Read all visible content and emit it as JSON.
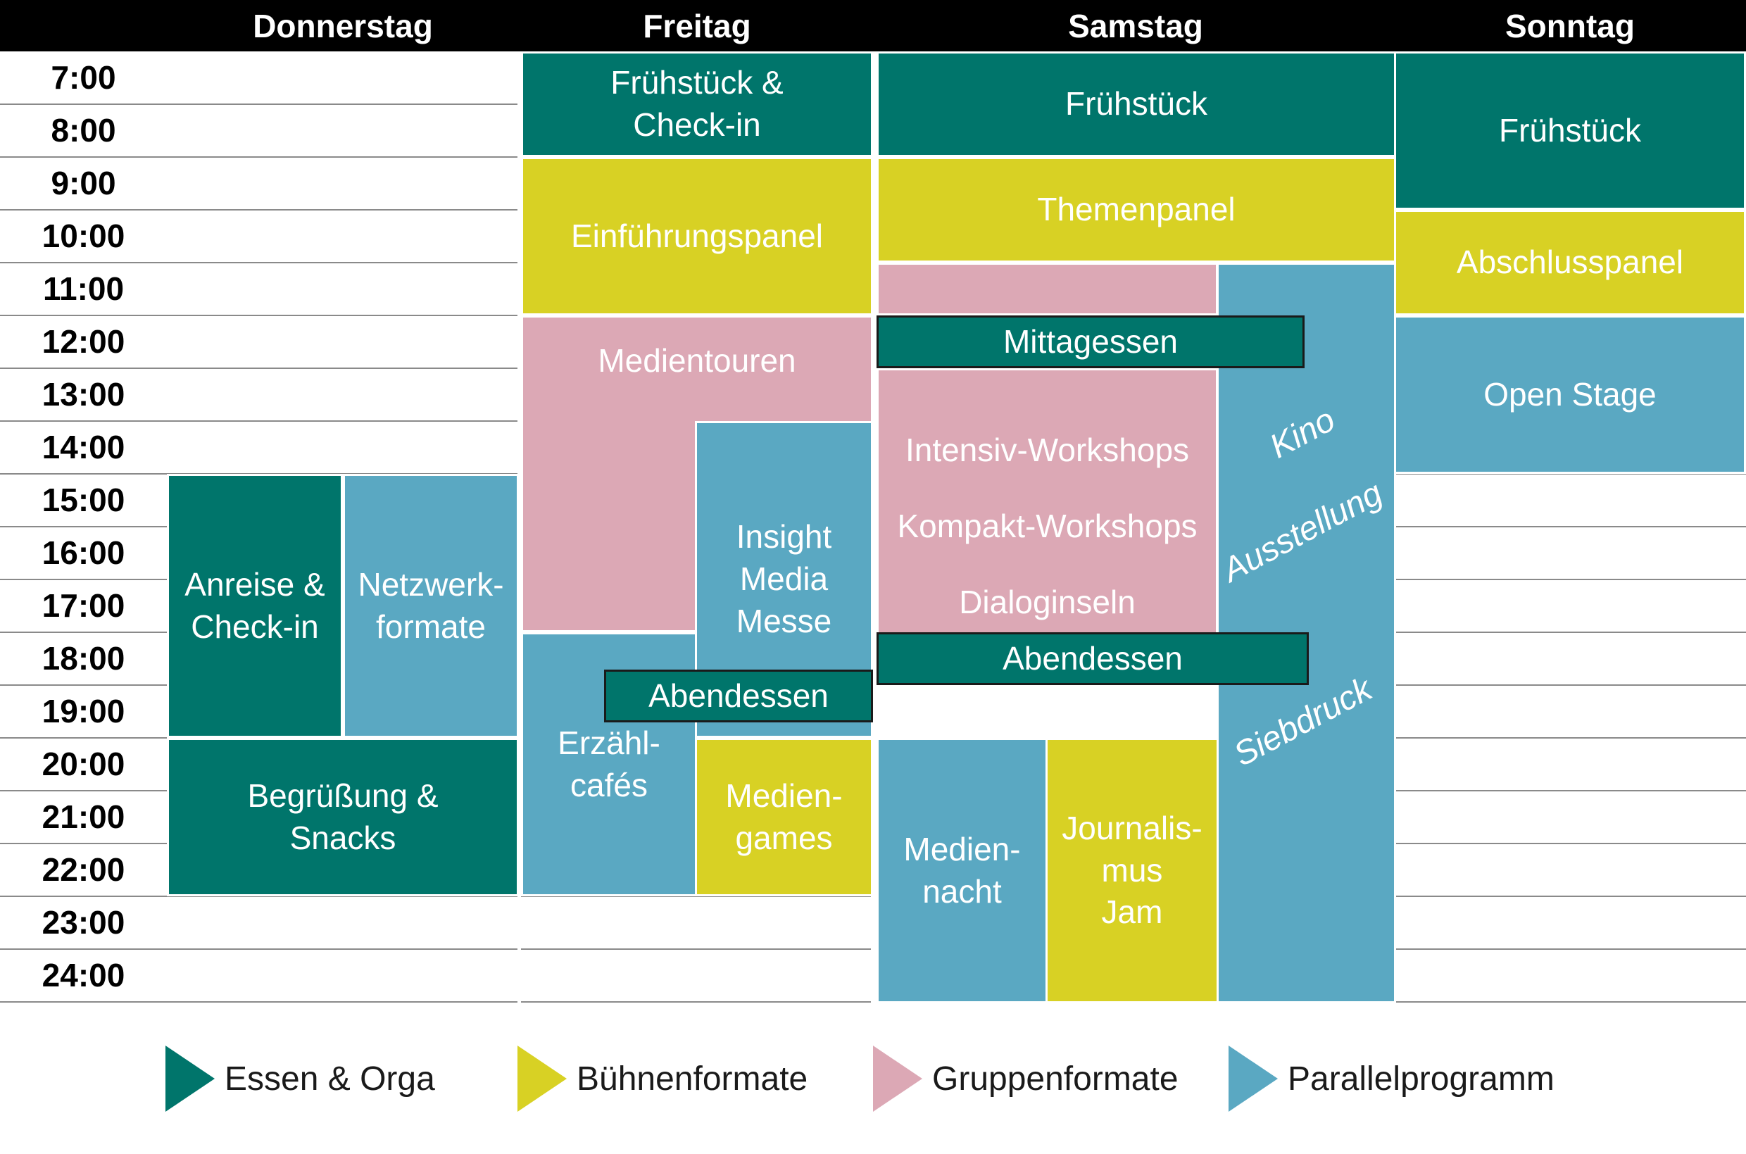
{
  "colors": {
    "essen": "#00756b",
    "buehne": "#d8d124",
    "gruppe": "#dca8b5",
    "parallel": "#5aa8c2"
  },
  "days": [
    "Donnerstag",
    "Freitag",
    "Samstag",
    "Sonntag"
  ],
  "times": [
    "7:00",
    "8:00",
    "9:00",
    "10:00",
    "11:00",
    "12:00",
    "13:00",
    "14:00",
    "15:00",
    "16:00",
    "17:00",
    "18:00",
    "19:00",
    "20:00",
    "21:00",
    "22:00",
    "23:00",
    "24:00"
  ],
  "blocks": {
    "do_anreise": "Anreise &\nCheck-in",
    "do_netzwerk": "Netzwerk-\nformate",
    "do_begruessung": "Begrüßung &\nSnacks",
    "fr_fruehstueck": "Frühstück &\nCheck-in",
    "fr_einfuehrung": "Einführungspanel",
    "fr_medientouren": "Medientouren",
    "fr_insight": "Insight\nMedia\nMesse",
    "fr_abendessen": "Abendessen",
    "fr_erzaehl": "Erzähl-\ncafés",
    "fr_mediengames": "Medien-\ngames",
    "sa_fruehstueck": "Frühstück",
    "sa_themenpanel": "Themenpanel",
    "sa_mittagessen": "Mittagessen",
    "sa_intensiv": "Intensiv-Workshops",
    "sa_kompakt": "Kompakt-Workshops",
    "sa_dialog": "Dialoginseln",
    "sa_abendessen": "Abendessen",
    "sa_mediennacht": "Medien-\nnacht",
    "sa_jam": "Journalis-\nmus\nJam",
    "sa_kino": "Kino",
    "sa_ausstellung": "Ausstellung",
    "sa_siebdruck": "Siebdruck",
    "so_fruehstueck": "Frühstück",
    "so_abschluss": "Abschlusspanel",
    "so_openstage": "Open Stage"
  },
  "legend": [
    {
      "label": "Essen & Orga",
      "color": "#00756b",
      "marker": "triangle-icon"
    },
    {
      "label": "Bühnenformate",
      "color": "#d8d124",
      "marker": "triangle-icon"
    },
    {
      "label": "Gruppenformate",
      "color": "#dca8b5",
      "marker": "triangle-icon"
    },
    {
      "label": "Parallelprogramm",
      "color": "#5aa8c2",
      "marker": "triangle-icon"
    }
  ]
}
